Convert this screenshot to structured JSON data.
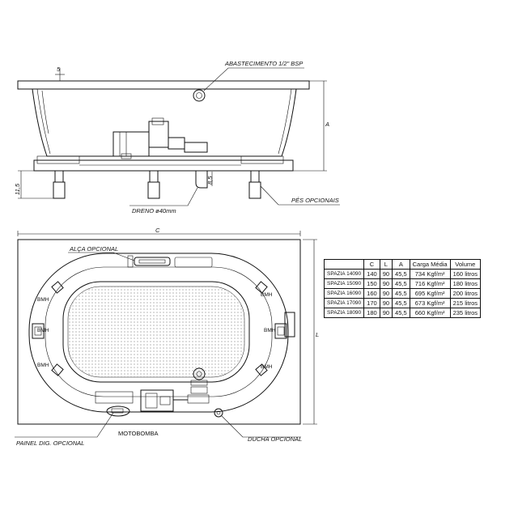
{
  "labels": {
    "supply": "ABASTECIMENTO 1/2\" BSP",
    "dim_a": "A",
    "dim_c": "C",
    "dim_l": "L",
    "dim_5": "5",
    "dim_11_5": "11,5",
    "dim_8_5": "8,5",
    "drain": "DRENO ø40mm",
    "feet": "PÉS OPCIONAIS",
    "handle": "ALÇA OPCIONAL",
    "panel": "PAINEL DIG. OPCIONAL",
    "pump": "MOTOBOMBA",
    "shower": "DUCHA OPCIONAL",
    "bmh": "BMH"
  },
  "table": {
    "headers": [
      "",
      "C",
      "L",
      "A",
      "Carga Média",
      "Volume"
    ],
    "rows": [
      [
        "SPAZIA 14090",
        "140",
        "90",
        "45,5",
        "734 Kgf/m²",
        "160 litros"
      ],
      [
        "SPAZIA 15090",
        "150",
        "90",
        "45,5",
        "716 Kgf/m²",
        "180 litros"
      ],
      [
        "SPAZIA 16090",
        "160",
        "90",
        "45,5",
        "695 Kgf/m²",
        "200 litros"
      ],
      [
        "SPAZIA 17090",
        "170",
        "90",
        "45,5",
        "673 Kgf/m²",
        "215 litros"
      ],
      [
        "SPAZIA 18090",
        "180",
        "90",
        "45,5",
        "660 Kgf/m²",
        "235 litros"
      ]
    ]
  }
}
